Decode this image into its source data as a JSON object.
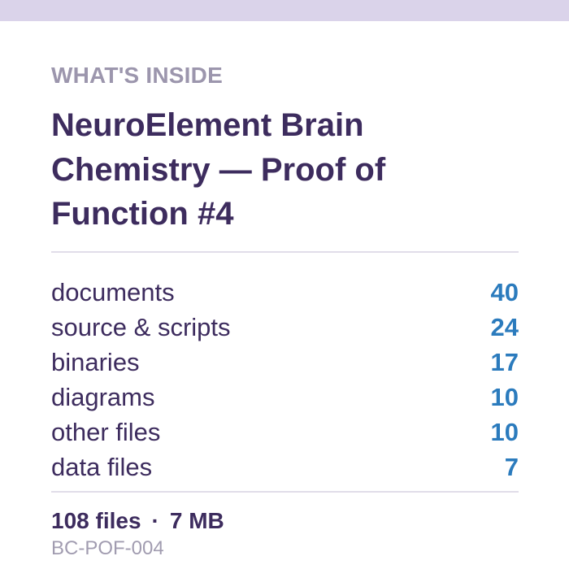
{
  "header": {
    "eyebrow": "WHAT'S INSIDE",
    "title": "NeuroElement Brain Chemistry — Proof of Function #4"
  },
  "contents": [
    {
      "label": "documents",
      "count": "40"
    },
    {
      "label": "source & scripts",
      "count": "24"
    },
    {
      "label": "binaries",
      "count": "17"
    },
    {
      "label": "diagrams",
      "count": "10"
    },
    {
      "label": "other files",
      "count": "10"
    },
    {
      "label": "data files",
      "count": "7"
    }
  ],
  "summary": {
    "files": "108 files",
    "separator": "·",
    "size": "7 MB",
    "code": "BC-POF-004"
  },
  "colors": {
    "top_bar": "#dad3ea",
    "title": "#3d2c5e",
    "eyebrow": "#9c96ad",
    "count": "#2b7bbd"
  }
}
